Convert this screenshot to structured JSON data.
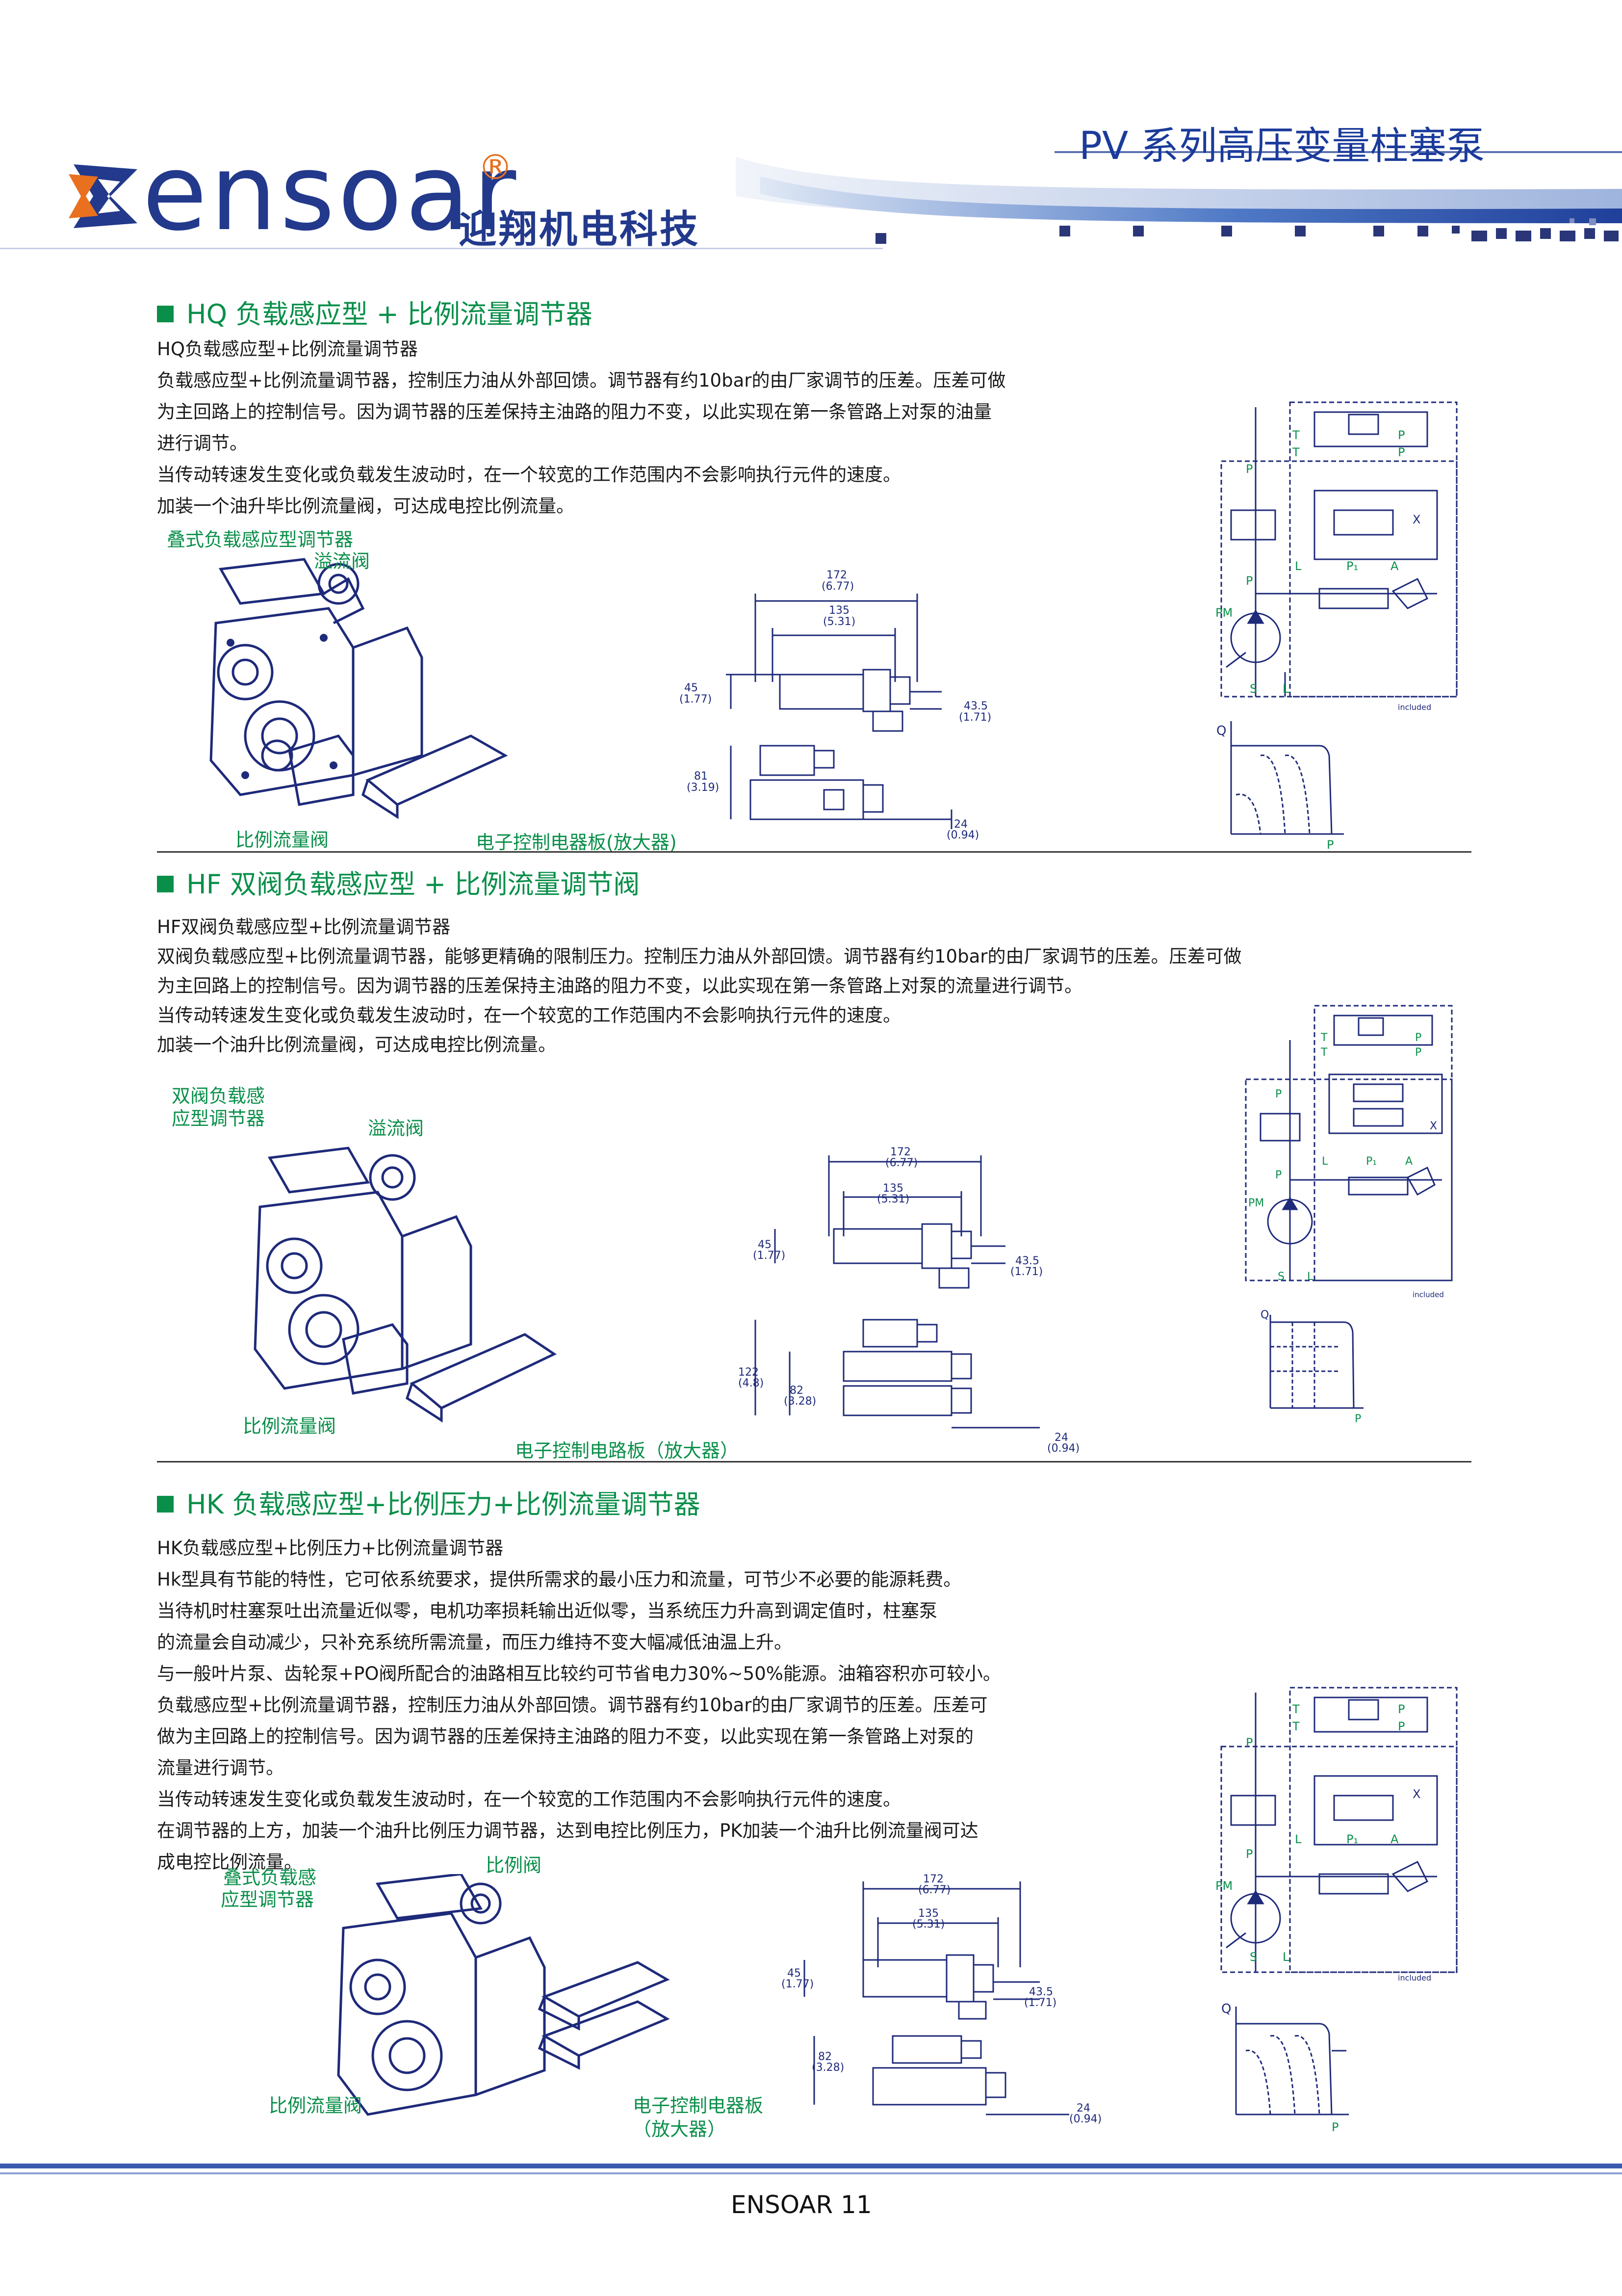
{
  "header": {
    "brand": "ensoar",
    "brand_reg": "®",
    "brand_cn": "迎翔机电科技",
    "series_title": "PV 系列高压变量柱塞泵"
  },
  "sections": [
    {
      "title": "HQ  负载感应型 + 比例流量调节器",
      "paragraphs": [
        "HQ负载感应型+比例流量调节器",
        "负载感应型+比例流量调节器，控制压力油从外部回馈。调节器有约10bar的由厂家调节的压差。压差可做",
        "为主回路上的控制信号。因为调节器的压差保持主油路的阻力不变，以此实现在第一条管路上对泵的油量",
        "进行调节。",
        "当传动转速发生变化或负载发生波动时，在一个较宽的工作范围内不会影响执行元件的速度。",
        "加装一个油升毕比例流量阀，可达成电控比例流量。"
      ],
      "labels": {
        "stack_regulator": "叠式负载感应型调节器",
        "relief_valve": "溢流阀",
        "prop_flow_valve": "比例流量阀",
        "amp_board": "电子控制电器板(放大器)"
      },
      "dims": {
        "d172": "172",
        "d172i": "(6.77)",
        "d135": "135",
        "d135i": "(5.31)",
        "d45": "45",
        "d45i": "(1.77)",
        "d435": "43.5",
        "d435i": "(1.71)",
        "d81": "81",
        "d81i": "(3.19)",
        "d24": "24",
        "d24i": "(0.94)"
      }
    },
    {
      "title": "HF  双阀负载感应型 + 比例流量调节阀",
      "paragraphs": [
        "HF双阀负载感应型+比例流量调节器",
        "双阀负载感应型+比例流量调节器，能够更精确的限制压力。控制压力油从外部回馈。调节器有约10bar的由厂家调节的压差。压差可做",
        "为主回路上的控制信号。因为调节器的压差保持主油路的阻力不变，以此实现在第一条管路上对泵的流量进行调节。",
        "当传动转速发生变化或负载发生波动时，在一个较宽的工作范围内不会影响执行元件的速度。",
        "加装一个油升比例流量阀，可达成电控比例流量。"
      ],
      "labels": {
        "double_regulator_1": "双阀负载感",
        "double_regulator_2": "应型调节器",
        "relief_valve": "溢流阀",
        "prop_flow_valve": "比例流量阀",
        "amp_board": "电子控制电路板（放大器）"
      },
      "dims": {
        "d172": "172",
        "d172i": "(6.77)",
        "d135": "135",
        "d135i": "(5.31)",
        "d45": "45",
        "d45i": "(1.77)",
        "d435": "43.5",
        "d435i": "(1.71)",
        "d122": "122",
        "d122i": "(4.8)",
        "d82": "82",
        "d82i": "(3.28)",
        "d24": "24",
        "d24i": "(0.94)"
      }
    },
    {
      "title": "HK  负载感应型+比例压力+比例流量调节器",
      "paragraphs": [
        "HK负载感应型+比例压力+比例流量调节器",
        "Hk型具有节能的特性，它可依系统要求，提供所需求的最小压力和流量，可节少不必要的能源耗费。",
        "当待机时柱塞泵吐出流量近似零，电机功率损耗输出近似零，当系统压力升高到调定值时，柱塞泵",
        "的流量会自动减少，只补充系统所需流量，而压力维持不变大幅减低油温上升。",
        "与一般叶片泵、齿轮泵+PO阀所配合的油路相互比较约可节省电力30%~50%能源。油箱容积亦可较小。",
        "负载感应型+比例流量调节器，控制压力油从外部回馈。调节器有约10bar的由厂家调节的压差。压差可",
        "做为主回路上的控制信号。因为调节器的压差保持主油路的阻力不变，以此实现在第一条管路上对泵的",
        "流量进行调节。",
        "当传动转速发生变化或负载发生波动时，在一个较宽的工作范围内不会影响执行元件的速度。",
        "在调节器的上方，加装一个油升比例压力调节器，达到电控比例压力，PK加装一个油升比例流量阀可达",
        "成电控比例流量。"
      ],
      "labels": {
        "stack_regulator_1": "叠式负载感",
        "stack_regulator_2": "应型调节器",
        "prop_valve": "比例阀",
        "prop_flow_valve": "比例流量阀",
        "amp_board_1": "电子控制电器板",
        "amp_board_2": "（放大器）"
      },
      "dims": {
        "d172": "172",
        "d172i": "(6.77)",
        "d135": "135",
        "d135i": "(5.31)",
        "d45": "45",
        "d45i": "(1.77)",
        "d435": "43.5",
        "d435i": "(1.71)",
        "d82": "82",
        "d82i": "(3.28)",
        "d24": "24",
        "d24i": "(0.94)"
      }
    }
  ],
  "schematic": {
    "T": "T",
    "P": "P",
    "L": "L",
    "A": "A",
    "S": "S",
    "X": "X",
    "P1": "P₁",
    "PM": "PM",
    "Q": "Q",
    "included": "included"
  },
  "footer": {
    "page_label": "ENSOAR 11"
  },
  "colors": {
    "green": "#0a8f4a",
    "navy": "#1e2a7a",
    "brand_blue": "#22398c",
    "accent_orange": "#e8701f"
  }
}
